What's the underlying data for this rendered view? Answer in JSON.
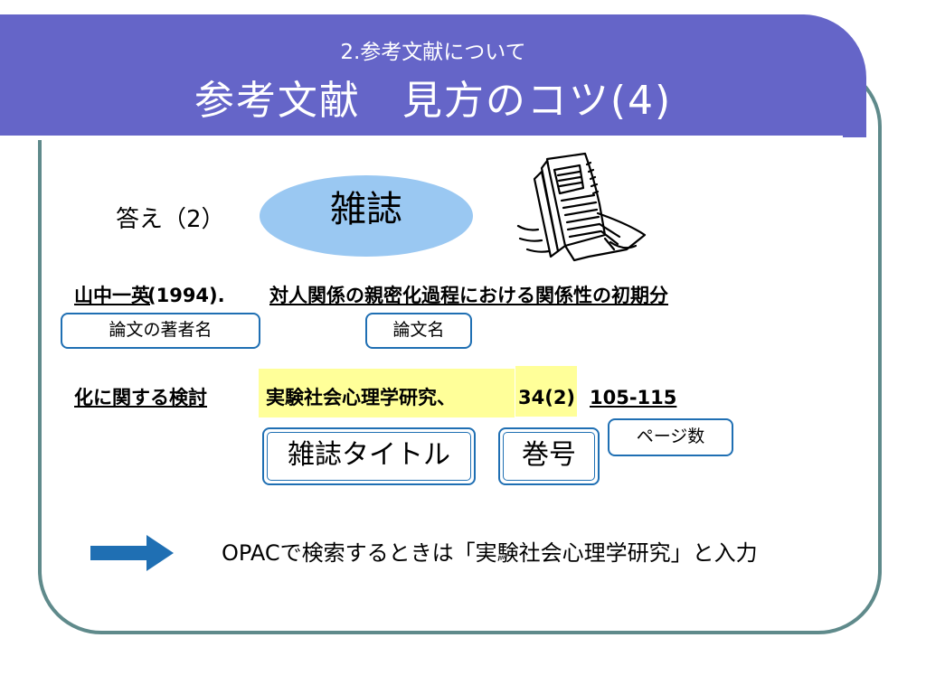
{
  "slide": {
    "subtitle": "2.参考文献について",
    "title": "参考文献　見方のコツ(4)"
  },
  "answer": {
    "label": "答え（2）",
    "value": "雑誌",
    "image": "newspaper-clipart"
  },
  "citation": {
    "author": "山中一英",
    "year": "(1994).",
    "title_line1": "対人関係の親密化過程における関係性の初期分",
    "title_line2": "化に関する検討",
    "journal": "実験社会心理学研究、",
    "volume": "34(2)",
    "pages": "105-115"
  },
  "callouts": {
    "author_name": "論文の著者名",
    "paper_title": "論文名",
    "journal_title": "雑誌タイトル",
    "volume_number": "巻号",
    "page_count": "ページ数"
  },
  "note": {
    "icon": "right-arrow-icon",
    "text": "OPACで検索するときは「実験社会心理学研究」と入力"
  },
  "colors": {
    "banner": "#6565c8",
    "frame": "#5f8a8b",
    "oval": "#9ac8f2",
    "highlight": "#ffff99",
    "callout_border": "#1f6fb3",
    "arrow": "#1f6fb3"
  }
}
